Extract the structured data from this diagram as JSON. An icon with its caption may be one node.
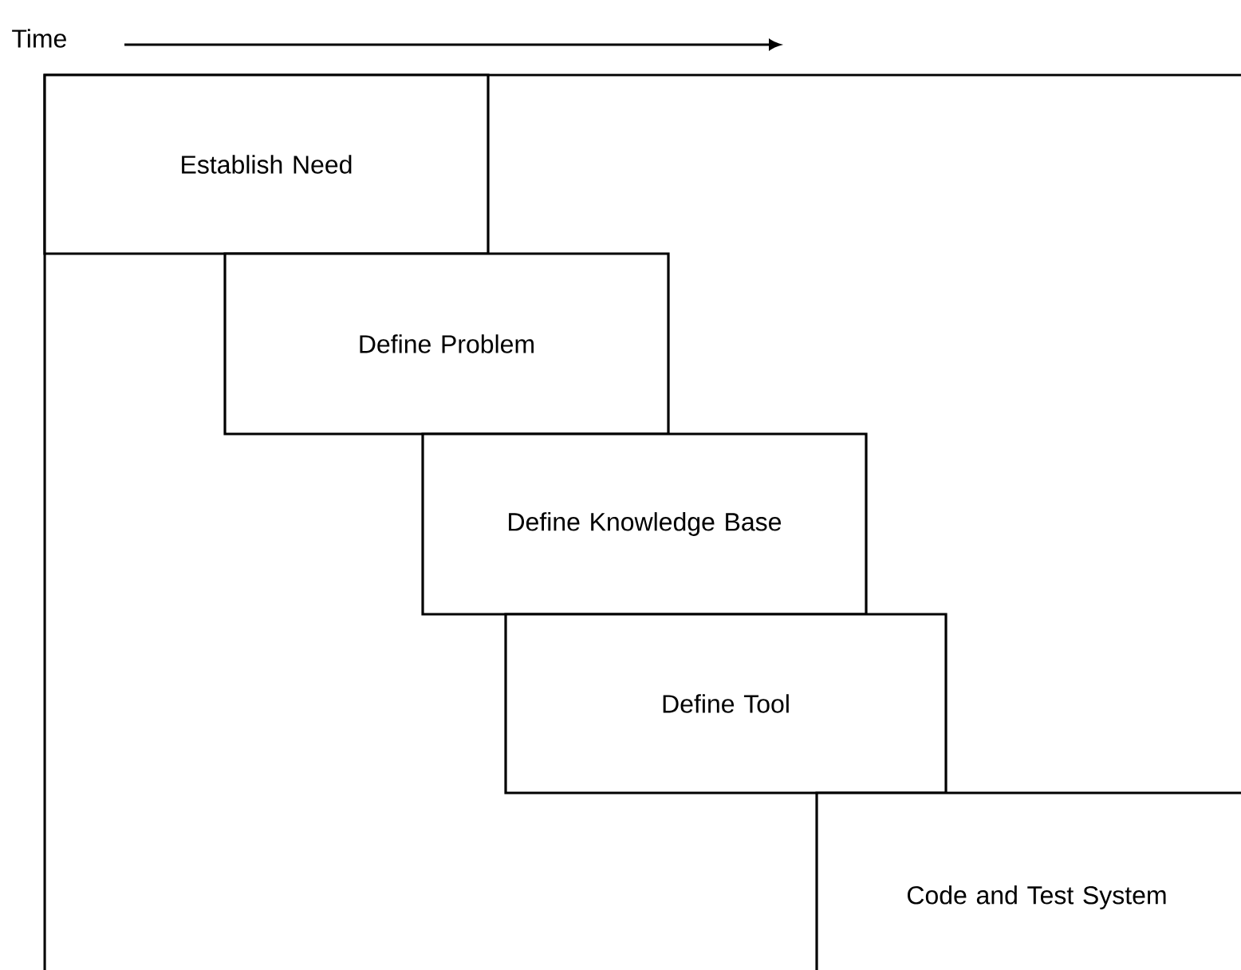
{
  "diagram": {
    "nodes": [
      {
        "text": [
          "Establish Need"
        ]
      },
      {
        "text": [
          "Define Problem"
        ]
      },
      {
        "text": [
          "Define Knowledge Base"
        ]
      },
      {
        "text": [
          "Define Tool"
        ]
      },
      {
        "text": [
          "Code and Test System"
        ]
      }
    ],
    "labels": [
      "Time"
    ]
  }
}
